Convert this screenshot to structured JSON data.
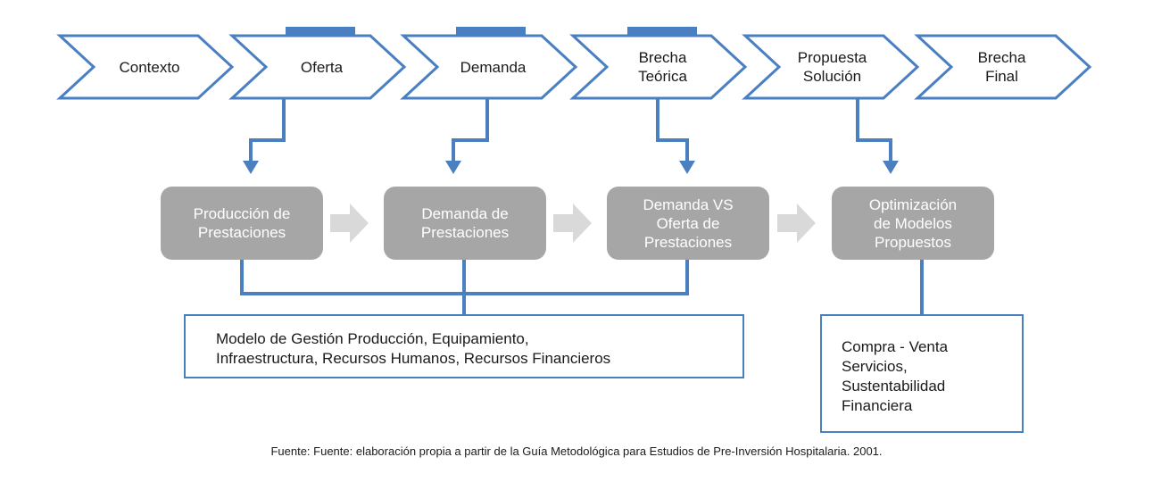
{
  "process_steps": [
    {
      "label": "Contexto"
    },
    {
      "label": "Oferta"
    },
    {
      "label": "Demanda"
    },
    {
      "label": "Brecha\nTeórica"
    },
    {
      "label": "Propuesta\nSolución"
    },
    {
      "label": "Brecha\nFinal"
    }
  ],
  "analysis_boxes": [
    {
      "label": "Producción de\nPrestaciones"
    },
    {
      "label": "Demanda de\nPrestaciones"
    },
    {
      "label": "Demanda VS\nOferta de\nPrestaciones"
    },
    {
      "label": "Optimización\nde Modelos\nPropuestos"
    }
  ],
  "outputs": {
    "management_model": "Modelo de Gestión Producción, Equipamiento,\nInfraestructura, Recursos Humanos, Recursos Financieros",
    "financial": "Compra - Venta\nServicios,\nSustentabilidad\nFinanciera"
  },
  "source_note": "Fuente:  Fuente: elaboración propia a partir de la Guía Metodológica para Estudios de Pre-Inversión Hospitalaria. 2001.",
  "colors": {
    "outline_blue": "#4a7fc1",
    "connector_blue": "#4a7fc1",
    "box_grey": "#a6a6a6",
    "arrow_grey": "#d9d9d9"
  }
}
